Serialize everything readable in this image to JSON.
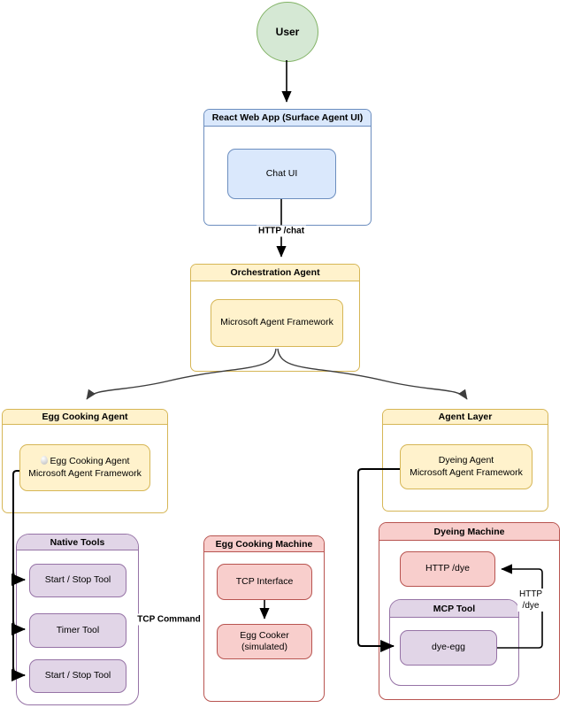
{
  "diagram": {
    "title_hint": "Agent architecture diagram",
    "colors": {
      "user_fill": "#d5e8d4",
      "user_stroke": "#82b366",
      "web_fill": "#dae8fc",
      "web_stroke": "#6c8ebf",
      "agent_fill": "#fff2cc",
      "agent_stroke": "#d6b656",
      "machine_fill": "#f8cecc",
      "machine_stroke": "#b85450",
      "tool_fill": "#e1d5e7",
      "tool_stroke": "#9673a6",
      "edge_color": "#000000"
    },
    "nodes": {
      "user": "User",
      "react_app": {
        "title": "React Web App (Surface Agent UI)",
        "chat_ui": "Chat UI"
      },
      "orchestration": {
        "title": "Orchestration Agent",
        "framework": "Microsoft Agent Framework"
      },
      "egg_agent": {
        "title": "Egg Cooking Agent",
        "inner_line1": "Egg Cooking Agent",
        "inner_line2": "Microsoft Agent Framework"
      },
      "agent_layer": {
        "title": "Agent Layer",
        "inner_line1": "Dyeing Agent",
        "inner_line2": "Microsoft Agent Framework"
      },
      "native_tools": {
        "title": "Native Tools",
        "tools": [
          "Start / Stop Tool",
          "Timer Tool",
          "Start / Stop Tool"
        ]
      },
      "egg_machine": {
        "title": "Egg Cooking Machine",
        "tcp_interface": "TCP Interface",
        "egg_cooker_line1": "Egg Cooker",
        "egg_cooker_line2": "(simulated)"
      },
      "dyeing_machine": {
        "title": "Dyeing Machine",
        "http_dye": "HTTP /dye",
        "mcp_tool": {
          "title": "MCP Tool",
          "tool": "dye-egg"
        }
      }
    },
    "edges": {
      "http_chat": "HTTP /chat",
      "tcp_command": "TCP Command",
      "http_dye_line1": "HTTP",
      "http_dye_line2": "/dye"
    },
    "icons": {
      "egg_icon": "egg"
    }
  }
}
